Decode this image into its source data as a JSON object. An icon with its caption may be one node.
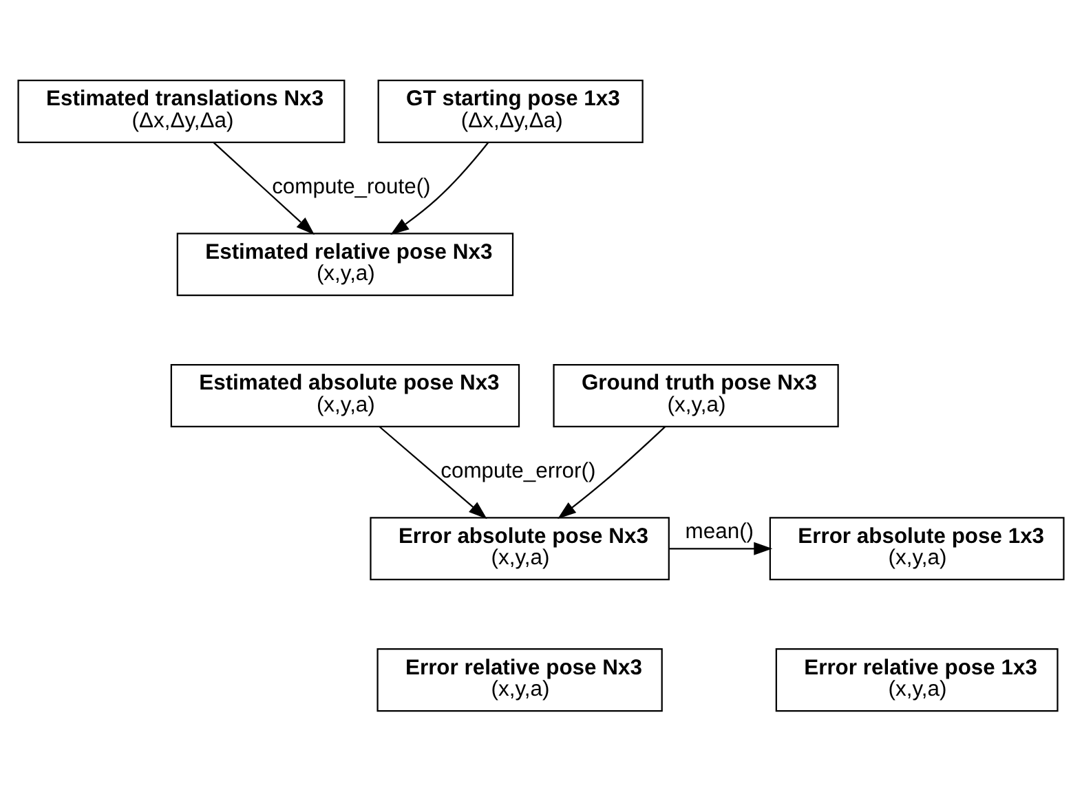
{
  "diagram": {
    "nodes": [
      {
        "text": [
          "Estimated translations Nx3",
          "(Δx,Δy,Δa)"
        ]
      },
      {
        "text": [
          "GT starting pose 1x3",
          "(Δx,Δy,Δa)"
        ]
      },
      {
        "text": [
          "Estimated relative pose Nx3",
          "(x,y,a)"
        ]
      },
      {
        "text": [
          "Estimated absolute pose Nx3",
          "(x,y,a)"
        ]
      },
      {
        "text": [
          "Ground truth pose Nx3",
          "(x,y,a)"
        ]
      },
      {
        "text": [
          "Error absolute pose Nx3",
          "(x,y,a)"
        ]
      },
      {
        "text": [
          "Error relative pose Nx3",
          "(x,y,a)"
        ]
      },
      {
        "text": [
          "Error absolute pose 1x3",
          "(x,y,a)"
        ]
      },
      {
        "text": [
          "Error relative pose 1x3",
          "(x,y,a)"
        ]
      }
    ],
    "edges": [
      {
        "from": 0,
        "to": 2,
        "arrow": "to",
        "label": "compute_route()"
      },
      {
        "from": 1,
        "to": 2,
        "arrow": "to"
      },
      {
        "from": 3,
        "to": 5,
        "arrow": "to",
        "label": "compute_error()"
      },
      {
        "from": 4,
        "to": 5,
        "arrow": "to"
      },
      {
        "from": 5,
        "to": 7,
        "arrow": "to",
        "label": "mean()"
      }
    ]
  }
}
